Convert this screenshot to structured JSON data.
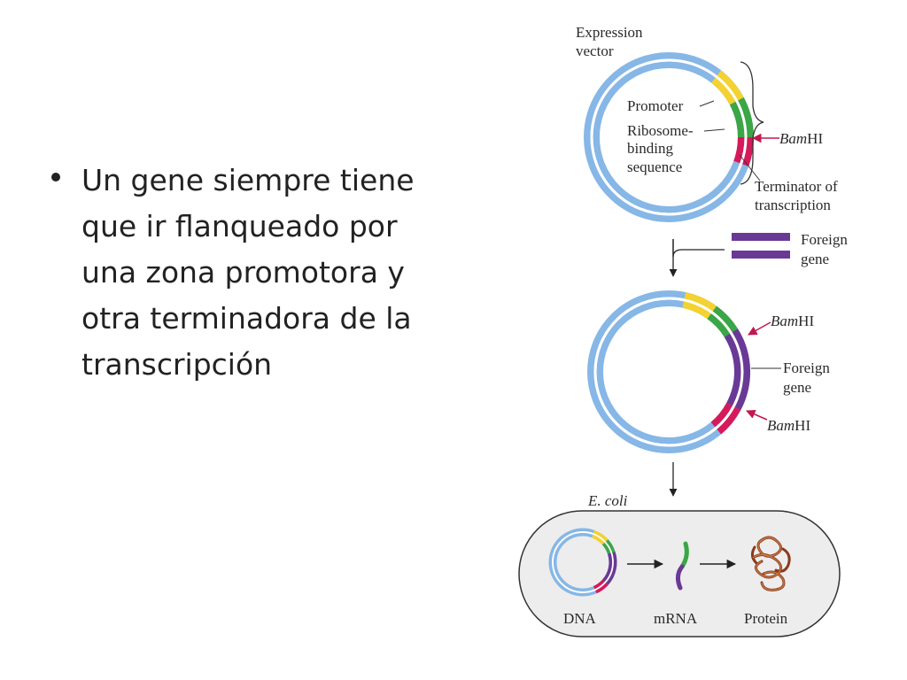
{
  "slide": {
    "bullet": "Un gene siempre tiene que ir flanqueado por una zona promotora y otra terminadora de la transcripción"
  },
  "diagram": {
    "vector_label_1": "Expression",
    "vector_label_2": "vector",
    "promoter": "Promoter",
    "rbs_1": "Ribosome-",
    "rbs_2": "binding",
    "rbs_3": "sequence",
    "bamhi_italic": "Bam",
    "bamhi_roman": "HI",
    "terminator_1": "Terminator of",
    "terminator_2": "transcription",
    "foreign_1": "Foreign",
    "foreign_2": "gene",
    "host": "E. coli",
    "dna": "DNA",
    "mrna": "mRNA",
    "protein": "Protein"
  },
  "colors": {
    "plasmid": "#86b7e6",
    "promoter": "#f3d231",
    "rbs": "#3aa646",
    "terminator": "#d6195a",
    "foreign_gene": "#6a3996",
    "cell_fill": "#ededed",
    "protein": "#a0522d",
    "arrow": "#c0184f"
  }
}
